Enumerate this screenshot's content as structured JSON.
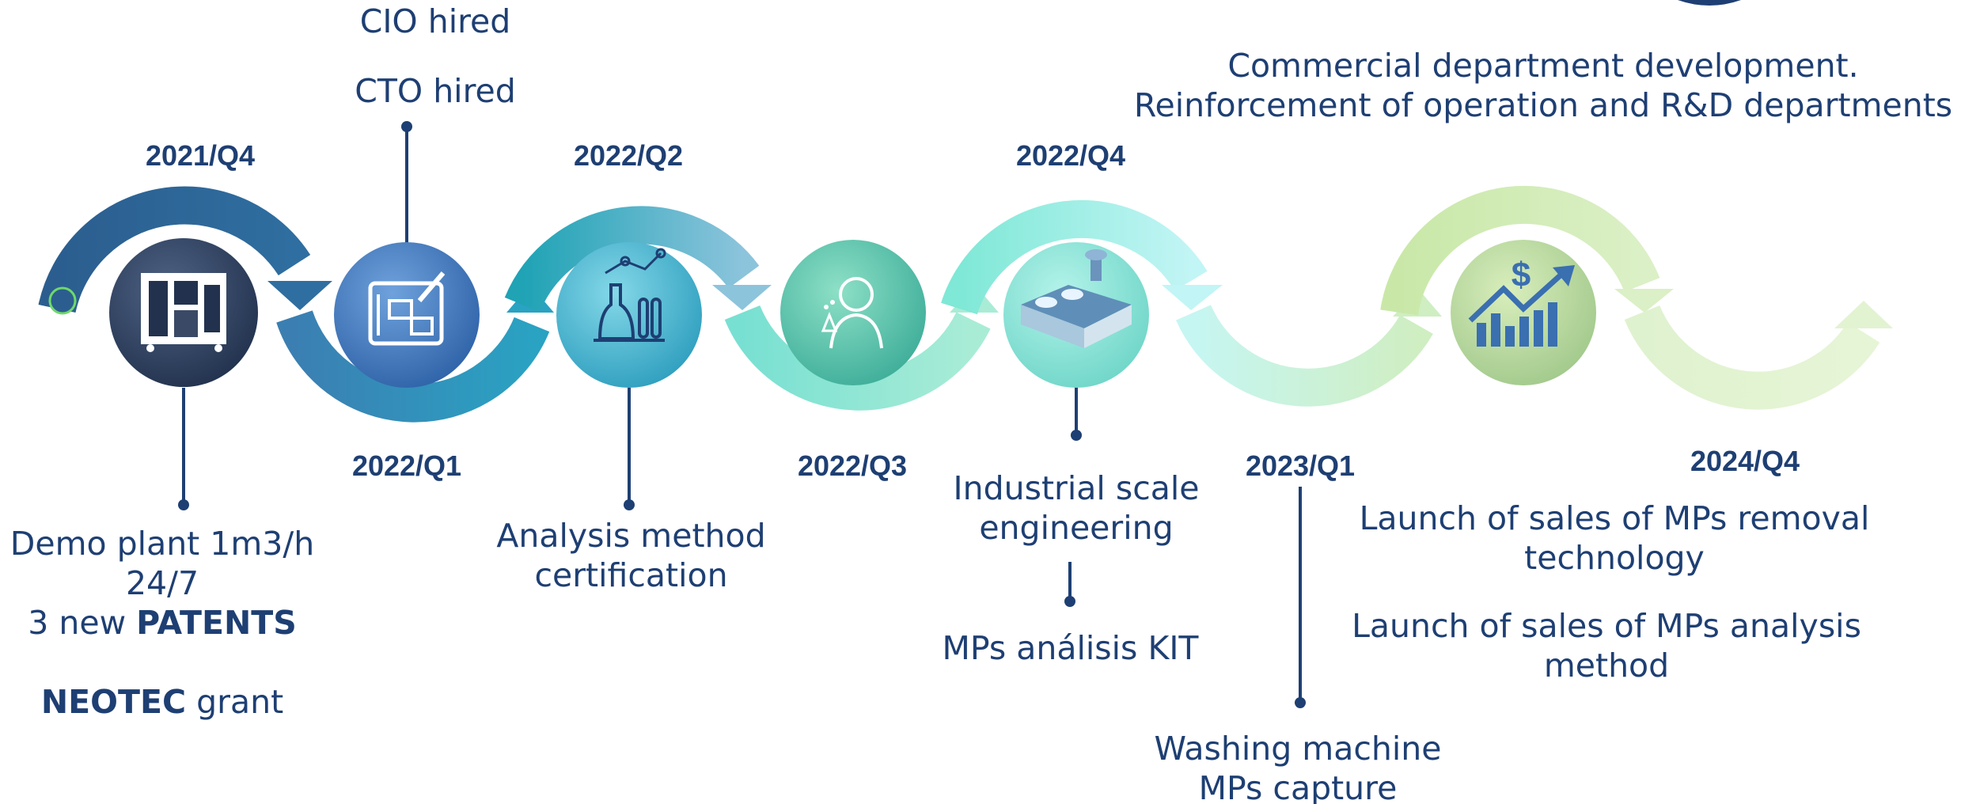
{
  "quarters": {
    "q2021_4": "2021/Q4",
    "q2022_1": "2022/Q1",
    "q2022_2": "2022/Q2",
    "q2022_3": "2022/Q3",
    "q2022_4": "2022/Q4",
    "q2023_1": "2023/Q1",
    "q2024_4": "2024/Q4"
  },
  "milestones": {
    "cio": "CIO hired",
    "cto": "CTO hired",
    "commercial_1": "Commercial department development.",
    "commercial_2": "Reinforcement of operation and R&D departments",
    "demo_1": "Demo plant 1m3/h",
    "demo_2": "24/7",
    "demo_3_prefix": "3 new ",
    "demo_3_bold": "PATENTS",
    "neotec_bold": "NEOTEC",
    "neotec_rest": " grant",
    "analysis_1": "Analysis method",
    "analysis_2": "certification",
    "industrial_1": "Industrial scale",
    "industrial_2": "engineering",
    "kit": "MPs análisis KIT",
    "washing_1": "Washing machine",
    "washing_2": "MPs capture",
    "sales_removal_1": "Launch of sales of MPs removal",
    "sales_removal_2": "technology",
    "sales_analysis_1": "Launch of sales of MPs analysis",
    "sales_analysis_2": "method"
  },
  "icons": [
    "demo-plant-icon",
    "blueprint-icon",
    "lab-flask-icon",
    "scientist-icon",
    "water-plant-icon",
    "sales-growth-icon"
  ],
  "colors": {
    "text": "#1e3f73",
    "arc_1": "#2e6a98",
    "arc_2": "#2a9fbd",
    "arc_3": "#5fd0c2",
    "arc_4": "#9ef0f0",
    "arc_5": "#c8eab0",
    "arc_6": "#def2c8"
  }
}
